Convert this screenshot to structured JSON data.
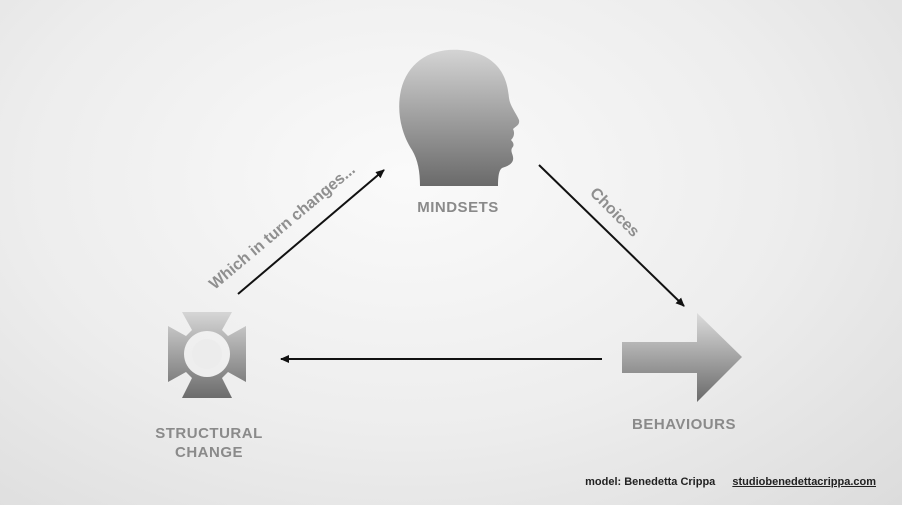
{
  "nodes": {
    "mindsets": {
      "label": "MINDSETS",
      "icon": "human-head-icon"
    },
    "behaviours": {
      "label": "BEHAVIOURS",
      "icon": "right-arrow-icon"
    },
    "structural_change": {
      "line1": "STRUCTURAL",
      "line2": "CHANGE",
      "icon": "maltese-cross-icon"
    }
  },
  "edges": {
    "mindsets_to_behaviours": "Choices",
    "structural_to_mindsets": "Which in turn changes..."
  },
  "credit": {
    "text": "model: Benedetta Crippa",
    "link": "studiobenedettacrippa.com"
  },
  "colors": {
    "icon_light": "#d9d9d9",
    "icon_dark": "#5e5e5e",
    "arrow": "#111111",
    "label": "#8a8a8a"
  }
}
